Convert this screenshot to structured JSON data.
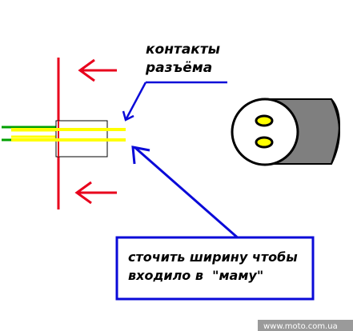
{
  "labels": {
    "contacts_line1": "контакты",
    "contacts_line2": "разъёма"
  },
  "note": {
    "line1": "сточить ширину чтобы",
    "line2": "входило в  \"маму\""
  },
  "watermark": "www.moto.com.ua",
  "colors": {
    "arrows_red": "#e8001c",
    "pointers_blue": "#0a0ad8",
    "pins_yellow": "#ffff00",
    "wire_green": "#00a000",
    "connector_body_gray": "#7f7f7f",
    "watermark_bg": "#9a9a9a"
  },
  "icons": {
    "insert_arrows": "arrow-left-icon",
    "pointers": "arrow-up-left-icon"
  }
}
